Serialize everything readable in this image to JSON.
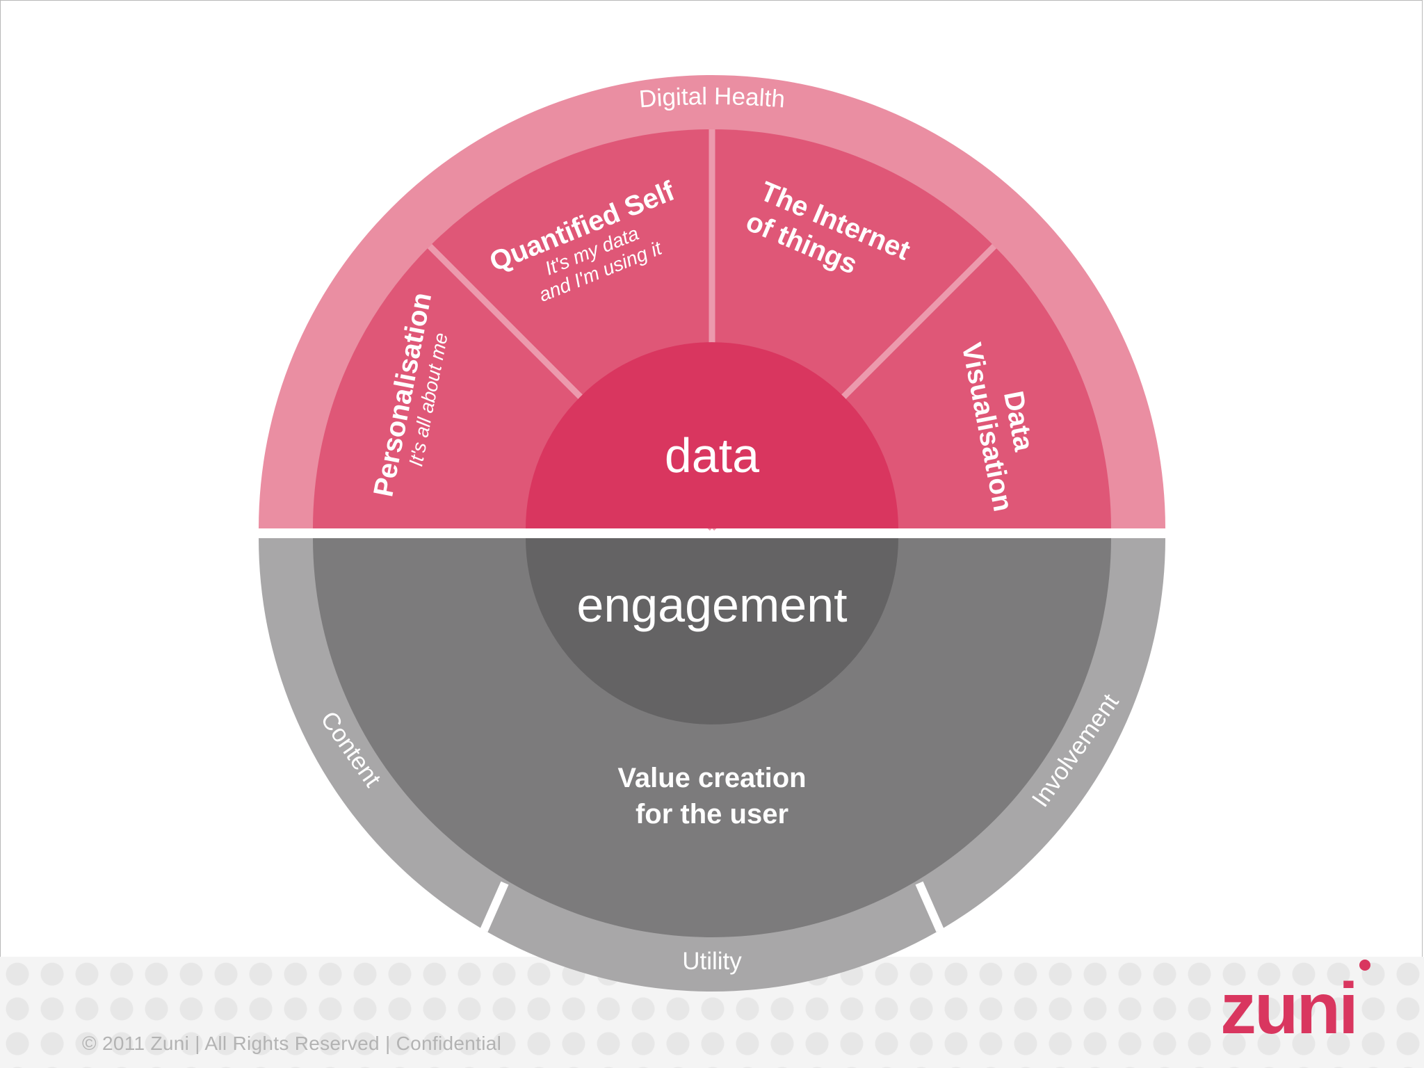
{
  "colors": {
    "outer_ring_top": "#ea8ea2",
    "segment_top": "#df5777",
    "hub_top": "#d9365f",
    "outer_ring_bottom": "#a8a7a8",
    "segment_bottom": "#7c7b7c",
    "hub_bottom": "#646364",
    "divider_top": "#ec9aad",
    "brand": "#d9365f"
  },
  "diagram": {
    "outer_ring_top_label": "Digital Health",
    "top_segments": [
      {
        "title": "Personalisation",
        "subtitle": "It's all about me"
      },
      {
        "title": "Quantified Self",
        "subtitle_line1": "It's my data",
        "subtitle_line2": "and I'm using it"
      },
      {
        "title_line1": "The Internet",
        "title_line2": "of things"
      },
      {
        "title_line1": "Data",
        "title_line2": "Visualisation"
      }
    ],
    "hub_top_label": "data",
    "hub_bottom_label": "engagement",
    "bottom_segment_line1": "Value creation",
    "bottom_segment_line2": "for the user",
    "outer_ring_bottom_labels": {
      "left": "Content",
      "middle": "Utility",
      "right": "Involvement"
    }
  },
  "footer": {
    "copyright": "© 2011 Zuni  |  All Rights Reserved  |  Confidential"
  },
  "logo": {
    "text": "zuni"
  }
}
